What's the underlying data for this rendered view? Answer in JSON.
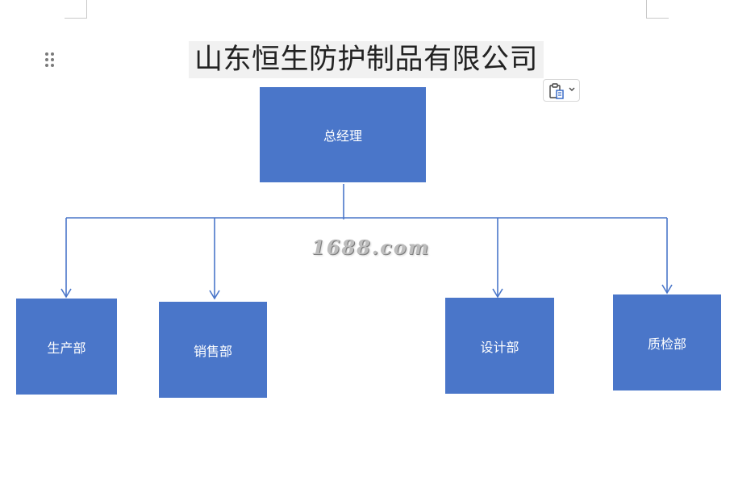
{
  "title": "山东恒生防护制品有限公司",
  "watermark": "1688.com",
  "org": {
    "root": "总经理",
    "departments": [
      "生产部",
      "销售部",
      "设计部",
      "质检部"
    ]
  },
  "colors": {
    "box_fill": "#4a76c9",
    "connector": "#4a76c9",
    "title_highlight": "#f1f1f1"
  },
  "icons": {
    "paste_options": "clipboard-icon",
    "drag_handle": "drag-handle-icon"
  }
}
